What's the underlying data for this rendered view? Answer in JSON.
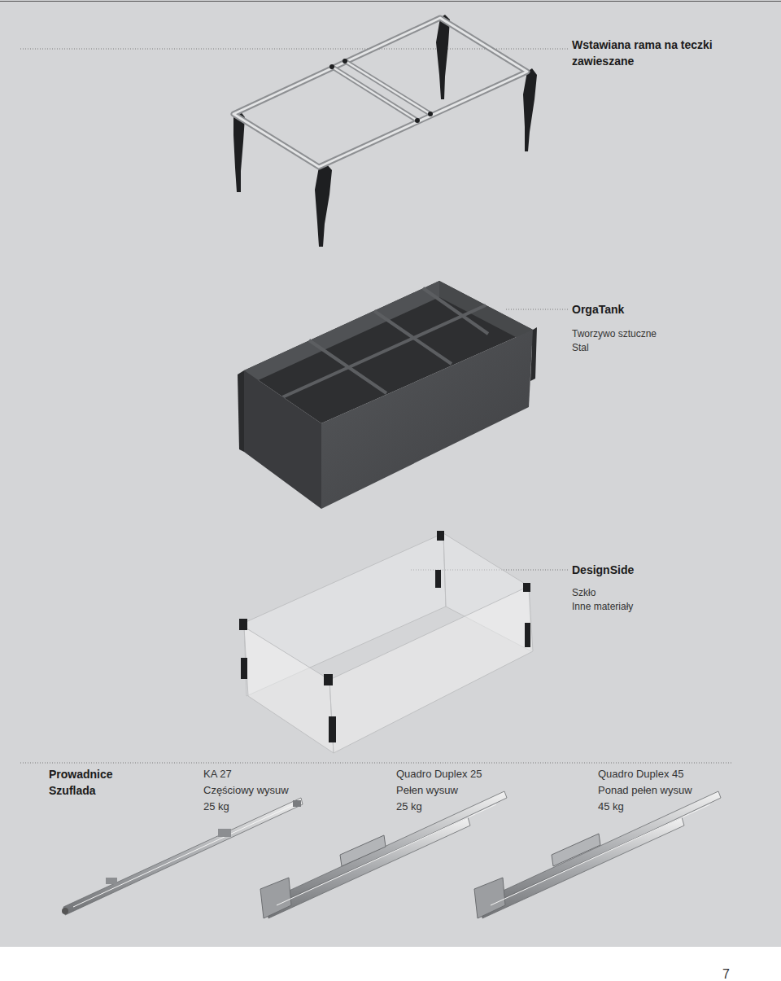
{
  "diagram": {
    "labels": [
      "Wstawiana rama na teczki zawieszane",
      "OrgaTank",
      "Tworzywo sztuczne",
      "Stal",
      "DesignSide",
      "Szkło",
      "Inne materiały",
      "Prowadnice Szuflada",
      "KA 27",
      "Częściowy wysuw",
      "25 kg",
      "Quadro Duplex 25",
      "Pełen wysuw",
      "25 kg",
      "Quadro Duplex 45",
      "Ponad pełen wysuw",
      "45 kg",
      "7"
    ]
  }
}
